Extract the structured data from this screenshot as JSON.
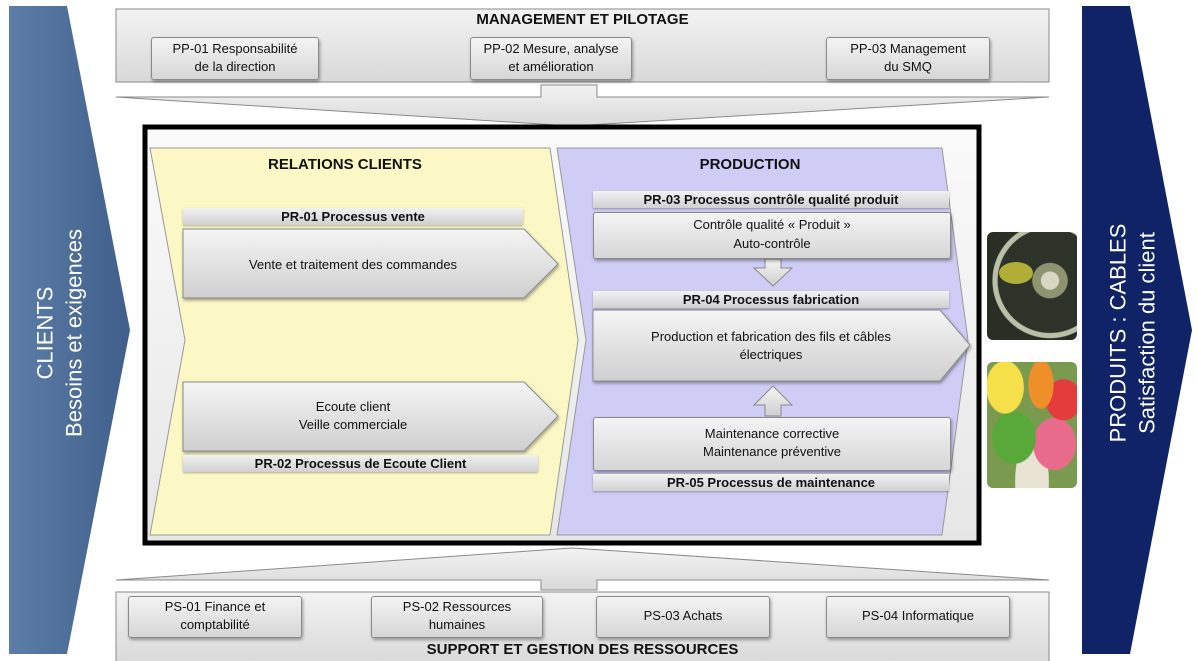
{
  "left_arrow": {
    "title": "CLIENTS",
    "subtitle": "Besoins et exigences"
  },
  "right_arrow": {
    "title": "PRODUITS : CABLES",
    "subtitle": "Satisfaction du client"
  },
  "management": {
    "title": "MANAGEMENT ET PILOTAGE",
    "items": [
      {
        "code": "PP-01 Responsabilité",
        "label": "de la direction"
      },
      {
        "code": "PP-02 Mesure, analyse",
        "label": "et amélioration"
      },
      {
        "code": "PP-03 Management",
        "label": "du SMQ"
      }
    ]
  },
  "relations": {
    "title": "RELATIONS CLIENTS",
    "pr01_tag": "PR-01 Processus vente",
    "pr01_text": "Vente et traitement des commandes",
    "pr02_line1": "Ecoute client",
    "pr02_line2": "Veille commerciale",
    "pr02_tag": "PR-02 Processus de Ecoute Client"
  },
  "production": {
    "title": "PRODUCTION",
    "pr03_tag": "PR-03 Processus contrôle qualité produit",
    "pr03_line1": "Contrôle qualité « Produit »",
    "pr03_line2": "Auto-contrôle",
    "pr04_tag": "PR-04 Processus  fabrication",
    "pr04_line1": "Production et fabrication des fils et câbles",
    "pr04_line2": "électriques",
    "pr05_line1": "Maintenance corrective",
    "pr05_line2": "Maintenance préventive",
    "pr05_tag": "PR-05 Processus de maintenance"
  },
  "support": {
    "title": "SUPPORT  ET GESTION DES RESSOURCES",
    "items": [
      {
        "line1": "PS-01 Finance et",
        "line2": "comptabilité"
      },
      {
        "line1": "PS-02 Ressources",
        "line2": "humaines"
      },
      {
        "line1": "PS-03 Achats",
        "line2": ""
      },
      {
        "line1": "PS-04 Informatique",
        "line2": ""
      }
    ]
  },
  "colors": {
    "left_arrow": "#4f6f98",
    "right_arrow": "#102366",
    "relations_bg": "#fbf8c6",
    "production_bg": "#cfcdf5"
  }
}
